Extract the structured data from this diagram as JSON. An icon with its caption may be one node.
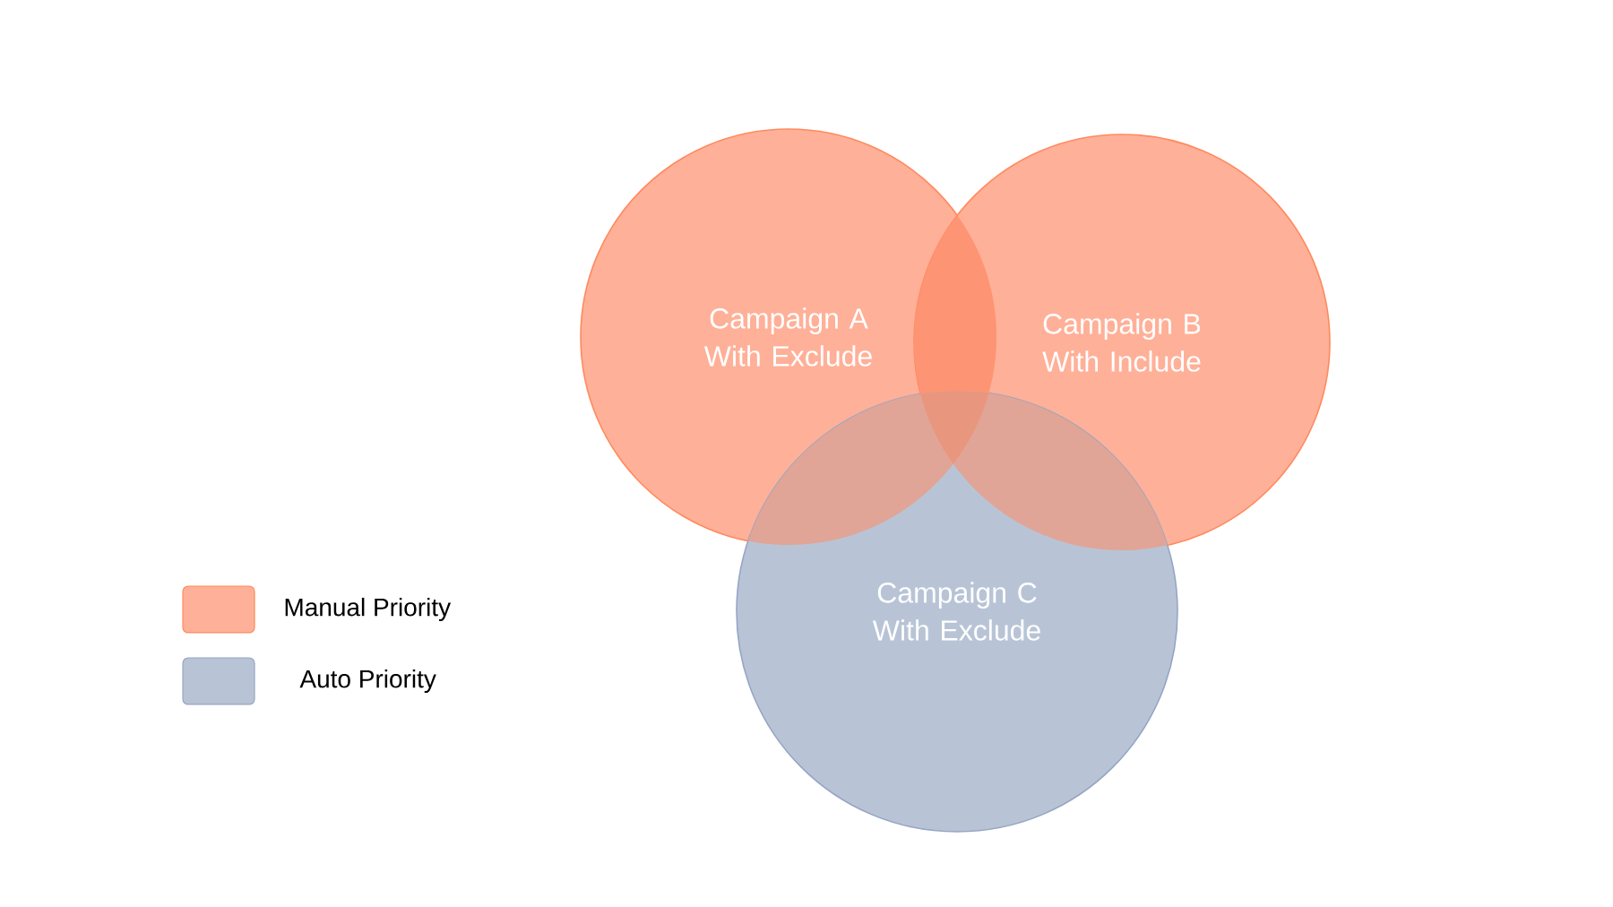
{
  "diagram": {
    "nodes": [
      {
        "text": [
          "Campaign A With Exclude"
        ]
      },
      {
        "text": [
          "Campaign B With Include"
        ]
      },
      {
        "text": [
          "Campaign C With Exclude"
        ]
      }
    ],
    "legend": [
      {
        "text": "Manual Priority",
        "color": "#ffb098"
      },
      {
        "text": "Auto Priority",
        "color": "#b8c4d6"
      }
    ]
  }
}
